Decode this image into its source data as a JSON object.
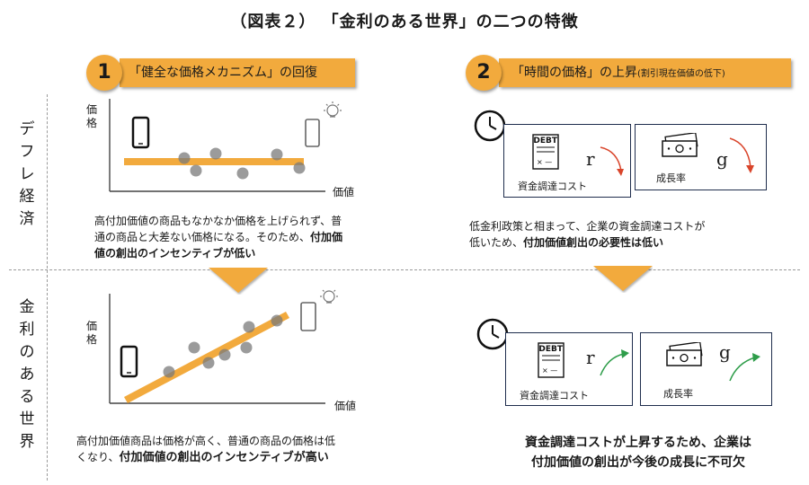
{
  "title": "（図表２） 「金利のある世界」の二つの特徴",
  "colors": {
    "accent": "#f2aa3d",
    "navy": "#1f2d4d",
    "dot": "#7a7a7a",
    "up_arrow": "#2e9d4a",
    "down_arrow": "#d9452b"
  },
  "rows": {
    "deflation": "デフレ経済",
    "interest": "金利のある世界"
  },
  "features": [
    {
      "number": "1",
      "heading": "「健全な価格メカニズム」の回復",
      "heading_sub": ""
    },
    {
      "number": "2",
      "heading": "「時間の価格」の上昇",
      "heading_sub": "(割引現在価値の低下)"
    }
  ],
  "chart_labels": {
    "y": "価格",
    "x": "価値"
  },
  "left_panel": {
    "deflation_text_1": "高付加価値の商品もなかなか価格を上げられず、普",
    "deflation_text_2": "通の商品と大差ない価格になる。そのため、",
    "deflation_text_2_bold": "付加価",
    "deflation_text_3_bold": "値の創出のインセンティブが低い",
    "interest_text_1": "高付加価値商品は価格が高く、普通の商品の価格は低",
    "interest_text_2": "くなり、",
    "interest_text_2_bold": "付加価値の創出のインセンティブが高い"
  },
  "right_panel": {
    "debt_label": "DEBT",
    "cost_label": "資金調達コスト",
    "cost_letter": "r",
    "growth_label": "成長率",
    "growth_letter": "g",
    "deflation_text_1": "低金利政策と相まって、企業の資金調達コストが",
    "deflation_text_2": "低いため、",
    "deflation_text_2_bold": "付加価値創出の必要性は低い",
    "interest_text_1": "資金調達コストが上昇するため、企業は",
    "interest_text_2": "付加価値の創出が今後の成長に不可欠"
  },
  "icons": [
    "smartphone-icon",
    "lightbulb-icon",
    "clock-icon",
    "document-icon",
    "banknote-icon",
    "down-arrow-icon",
    "up-arrow-icon"
  ]
}
